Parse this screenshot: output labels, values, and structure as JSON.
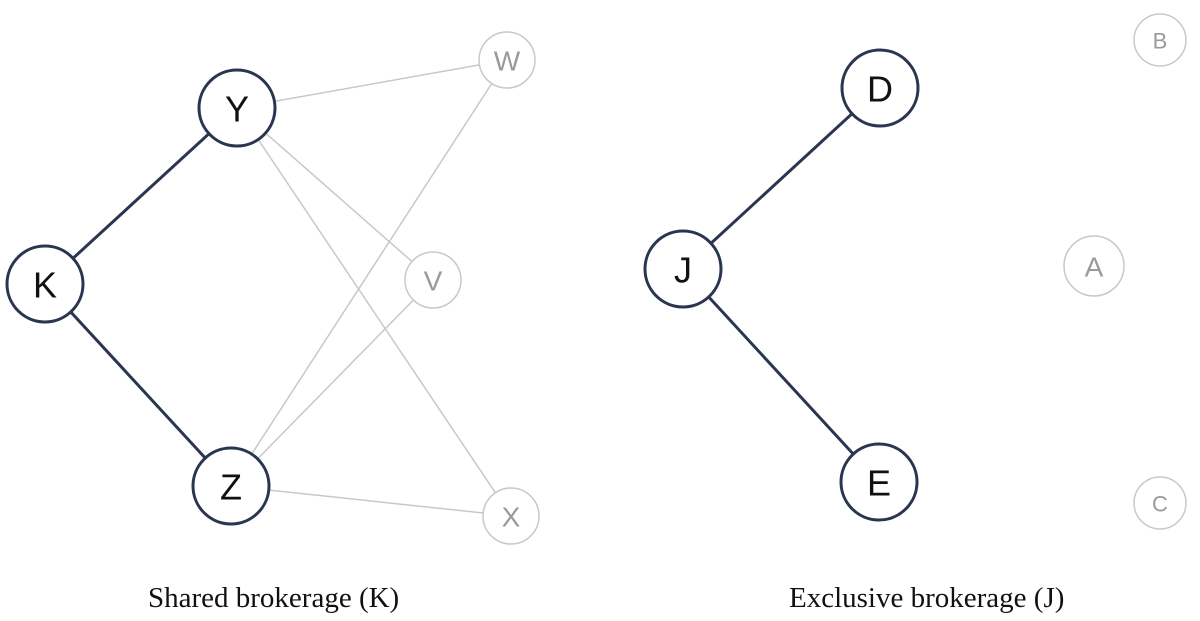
{
  "colors": {
    "strong": "#2a3650",
    "faint": "#c8c8c8",
    "faint_text": "#9a9a9a",
    "strong_text": "#111111"
  },
  "diagrams": [
    {
      "id": "shared",
      "caption": "Shared brokerage (K)",
      "nodes": [
        {
          "id": "K",
          "label": "K",
          "emphasis": "strong"
        },
        {
          "id": "Y",
          "label": "Y",
          "emphasis": "strong"
        },
        {
          "id": "Z",
          "label": "Z",
          "emphasis": "strong"
        },
        {
          "id": "W",
          "label": "W",
          "emphasis": "faint"
        },
        {
          "id": "V",
          "label": "V",
          "emphasis": "faint"
        },
        {
          "id": "X",
          "label": "X",
          "emphasis": "faint"
        }
      ],
      "edges": [
        {
          "from": "K",
          "to": "Y",
          "emphasis": "strong"
        },
        {
          "from": "K",
          "to": "Z",
          "emphasis": "strong"
        },
        {
          "from": "Y",
          "to": "W",
          "emphasis": "faint"
        },
        {
          "from": "Y",
          "to": "V",
          "emphasis": "faint"
        },
        {
          "from": "Y",
          "to": "X",
          "emphasis": "faint"
        },
        {
          "from": "Z",
          "to": "W",
          "emphasis": "faint"
        },
        {
          "from": "Z",
          "to": "V",
          "emphasis": "faint"
        },
        {
          "from": "Z",
          "to": "X",
          "emphasis": "faint"
        }
      ]
    },
    {
      "id": "exclusive",
      "caption": "Exclusive brokerage (J)",
      "nodes": [
        {
          "id": "J",
          "label": "J",
          "emphasis": "strong"
        },
        {
          "id": "D",
          "label": "D",
          "emphasis": "strong"
        },
        {
          "id": "E",
          "label": "E",
          "emphasis": "strong"
        },
        {
          "id": "B",
          "label": "B",
          "emphasis": "faint"
        },
        {
          "id": "A",
          "label": "A",
          "emphasis": "faint"
        },
        {
          "id": "C",
          "label": "C",
          "emphasis": "faint"
        }
      ],
      "edges": [
        {
          "from": "J",
          "to": "D",
          "emphasis": "strong"
        },
        {
          "from": "J",
          "to": "E",
          "emphasis": "strong"
        }
      ]
    }
  ]
}
